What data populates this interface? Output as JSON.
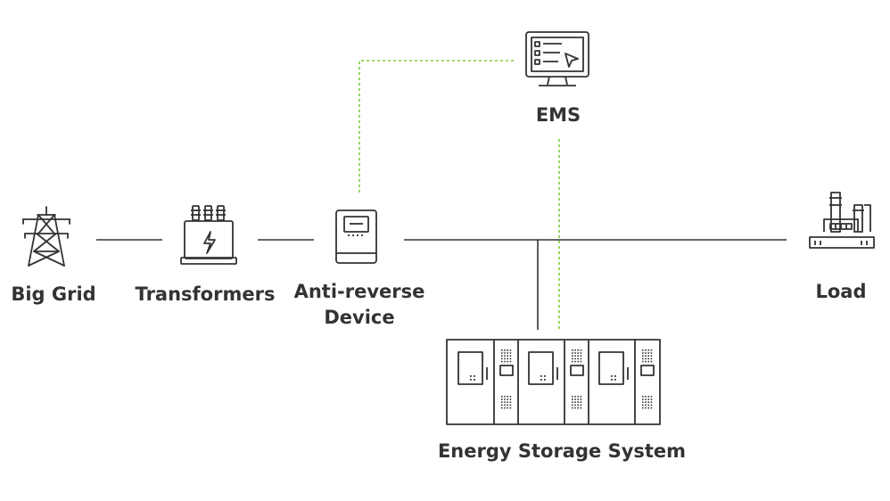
{
  "labels": {
    "big_grid": "Big Grid",
    "transformers": "Transformers",
    "anti_reverse_line1": "Anti-reverse",
    "anti_reverse_line2": "Device",
    "ems": "EMS",
    "load": "Load",
    "ess": "Energy Storage System"
  },
  "colors": {
    "line": "#333333",
    "icon": "#333333",
    "dotted": "#7ccc3c",
    "text": "#333333"
  },
  "icons": {
    "big_grid": "power-tower-icon",
    "transformers": "transformer-icon",
    "anti_reverse": "meter-device-icon",
    "ems": "monitor-icon",
    "load": "factory-icon",
    "ess": "battery-cabinet-icon"
  }
}
